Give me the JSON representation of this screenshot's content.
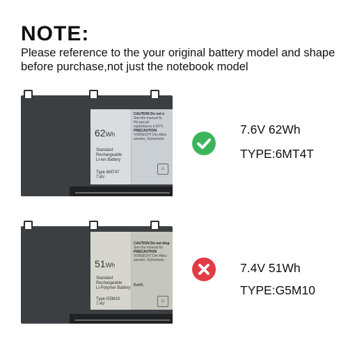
{
  "note": {
    "title": "NOTE:",
    "line1": "Please reference to the your original battery model and shape",
    "line2": "before purchase,not just the notebook model"
  },
  "batteries": [
    {
      "status_icon": "check-icon",
      "status_color": "#3cb55a",
      "label": {
        "capacity": "62",
        "unit": "Wh",
        "standard": "Standard",
        "sub": "Rechargeable",
        "chem": "Li-ion Battery",
        "type_line": "Type 6MT4T",
        "volt_line": "7.6V",
        "warn1": "CAUTION Do not e",
        "warn2": "See the manual fo",
        "warn3": "Ne pas jet",
        "warn4": "supérieures à 60°C",
        "warn5": "PRECAUTION",
        "warn6": "VORSICHT Der Akku",
        "warn7": "werden. Sicherheits"
      },
      "spec_line1": "7.6V 62Wh",
      "spec_line2": "TYPE:6MT4T"
    },
    {
      "status_icon": "cross-icon",
      "status_color": "#e23b45",
      "label": {
        "capacity": "51",
        "unit": "Wh",
        "standard": "Standard",
        "sub": "Rechargeable",
        "chem": "Li-Polymer Battery",
        "type_line": "Type G5M10",
        "volt_line": "7.4V",
        "warn1": "CAUTION Do not disp",
        "warn2": "See the manual for",
        "warn3": "PRECAUTION",
        "warn4": "VORSICHT Der Akku",
        "warn5": "werden. Sicherheits",
        "warn6": "RoHS",
        "warn7": ""
      },
      "spec_line1": "7.4V 51Wh",
      "spec_line2": "TYPE:G5M10"
    }
  ]
}
